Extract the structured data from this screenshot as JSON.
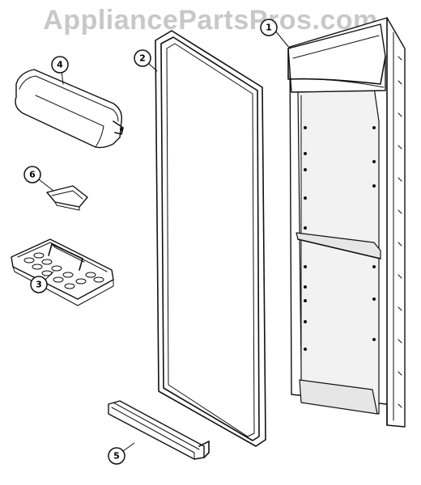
{
  "watermark": "AppliancePartsPros.com",
  "callouts": [
    {
      "label": "1",
      "part": "door-liner"
    },
    {
      "label": "2",
      "part": "door-gasket"
    },
    {
      "label": "3",
      "part": "egg-tray"
    },
    {
      "label": "4",
      "part": "dairy-door"
    },
    {
      "label": "5",
      "part": "door-shelf-bin"
    },
    {
      "label": "6",
      "part": "dairy-door-hinge-cap"
    }
  ]
}
